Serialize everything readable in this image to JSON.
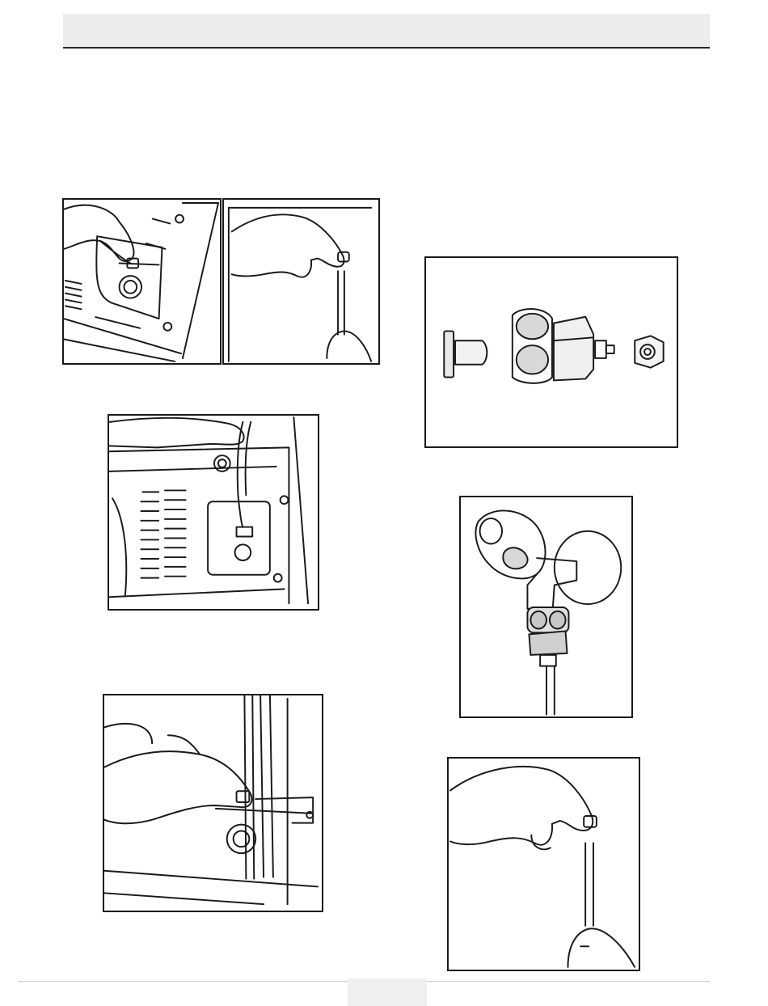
{
  "header": {
    "title": ""
  },
  "figures": {
    "fig1a": {
      "icon": "hand-removing-cap-from-valve"
    },
    "fig1b": {
      "icon": "hand-holding-cap-and-tube"
    },
    "fig2": {
      "icon": "water-tube-routed-on-rear-panel"
    },
    "fig3": {
      "icon": "hand-attaching-tube-to-valve"
    },
    "fig4": {
      "icon": "valve-adapter-and-nut-parts"
    },
    "fig5": {
      "icon": "tap-with-connected-water-hose"
    },
    "fig6": {
      "icon": "hand-holding-cap-and-tube"
    }
  },
  "footer": {
    "page_number": ""
  },
  "colors": {
    "line": "#1a1a1a",
    "header_bg": "#ececec"
  }
}
